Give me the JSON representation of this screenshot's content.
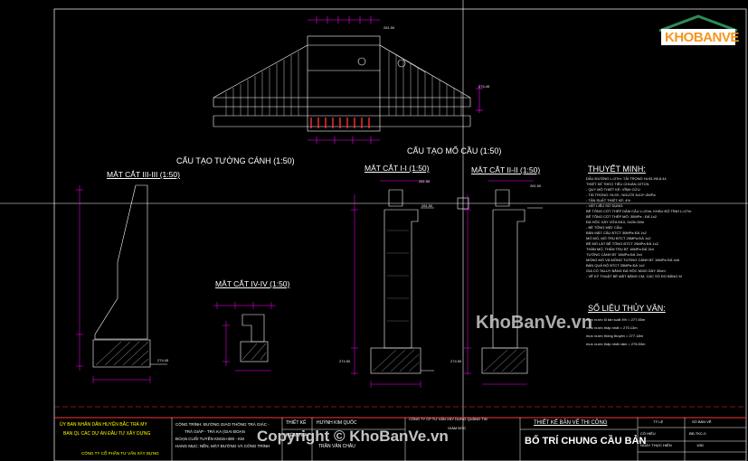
{
  "colors": {
    "background": "#000000",
    "line": "#ffffff",
    "dimension": "#ff00ff",
    "accent": "#ff3333",
    "title_yellow": "#ffff00",
    "title_green": "#00ff66",
    "brand_orange": "#f7941d",
    "brand_green": "#2e8b57"
  },
  "titles": {
    "cau_tao_tuong_canh": "CẤU TẠO TƯỜNG CÁNH (1:50)",
    "cau_tao_mo_cau": "CẤU TẠO MỐ CẦU (1:50)",
    "mat_cat_3": "MẶT CẮT III-III (1:50)",
    "mat_cat_4": "MẶT CẮT IV-IV (1:50)",
    "mat_cat_1": "MẶT CẮT I-I (1:50)",
    "mat_cat_2": "MẶT CẮT II-II (1:50)",
    "thuyet_minh": "THUYẾT MINH:",
    "so_lieu_thuy_van": "SỐ LIỆU THỦY VĂN:"
  },
  "elevations": {
    "e1": "274.45",
    "e2": "281.50",
    "e3": "281.50",
    "e4": "274.50",
    "e5": "274.50",
    "e6": "281.50",
    "e7": "274.45",
    "e8": "281.50"
  },
  "thuyet_minh_lines": [
    "DẦU ĐƯỜNG L=27m: TẢI TRỌNG HL93-H8,8.44",
    "THIẾT KẾ THEO TIÊU CHUẨN 22TCN",
    "- QUY MÔ THIẾT KẾ: VĨNH CỬU",
    "- TẢI TRỌNG: HL93 ; NGƯỜI 3x10^-3MPa",
    "- TẦN SUẤT THIẾT KẾ: 4%",
    "- VẬT LIỆU SỬ DỤNG:",
    "BÊ TÔNG CỐT THÉP DẦM CẦU L=20m, KHẨU ĐỘ TÍNH L=27m",
    "BÊ TÔNG CỐT THÉP MỐ: 30MPa ; ĐÁ 1x2",
    "ĐÁ HỘC XÂY VỮA M10, 0x25=30m",
    "- BÊ TÔNG MẶT CẦU:",
    "BẢN MẶT CẦU BTCT 30MPa ĐÁ 1x2",
    "MỐ MỐ, MỐ TRỤ BTCT 25MPa ĐÁ 1x2",
    "BỆ MỐ LÁT BÊ TÔNG BTCT 25MPa ĐÁ 1x2",
    "THÂN MỐ, THÂN TRỤ BT 16MPa ĐÁ 2x4",
    "TƯỜNG CÁNH BT 16MPa ĐÁ 2x4",
    "MÓNG MỐ VÀ MÓNG TƯỜNG CÁNH BT 16MPa ĐÁ 4x6",
    "BẢN QUÁ ĐỘ BTCT 25MPa ĐÁ 1x2",
    "GIA CỐ TALUY BẰNG ĐÁ HỘC M100 DÀY 30cm",
    "- VẼ KÝ THUẬT BỀ MẶT BẰNG CM, CÁC SỐ ĐO BẰNG M"
  ],
  "thuy_van_lines": [
    "mực nước lũ tần suất 4% = 277.65m",
    "mực nước thấp nhất = 275.13m",
    "mực nước thông thuyền = 277.18m",
    "mực nước thấp nhất năm = 276.53m"
  ],
  "title_block": {
    "owner_1": "ỦY BAN NHÂN DÂN HUYỆN BẮC TRÀ MY",
    "owner_2": "BAN QL CÁC DỰ ÁN ĐẦU TƯ XÂY DỰNG",
    "owner_3": "CÔNG TY CỔ PHẦN TƯ VẤN XÂY DỰNG",
    "project_1": "CÔNG TRÌNH: ĐƯỜNG GIAO THÔNG TRÀ GIÁC -",
    "project_2": "TRÀ GIÁP - TRÀ KA (GIAI ĐOẠN",
    "project_3": "ĐOẠN CUỐI TUYẾN KM15+300 - KM",
    "project_4": "HẠNG MỤC: NỀN, MẶT ĐƯỜNG VÀ CÔNG TRÌNH",
    "role_1": "THIẾT KẾ",
    "role_2": "KIỂM TRA",
    "name_1": "HUỲNH KIM QUỐC",
    "name_2": "TRẦN VĂN CHÂU",
    "company": "CÔNG TY CP TƯ VẤN XÂY DỰNG QUẢNG TIN",
    "director": "GIÁM ĐỐC",
    "phase": "THIẾT KẾ BẢN VẼ THI CÔNG",
    "drawing_title": "BỐ TRÍ CHUNG CẦU BẢN",
    "scale_label": "TỶ LỆ",
    "sheet_label": "SỐ BẢN VẼ",
    "scale_value": "1/50",
    "sheet_value": "BĐ-TKC-0",
    "code_label": "CÔ HIỆU",
    "date_label": "NGÀY THỰC HIỆN"
  },
  "watermarks": {
    "logo_text": "KHOBANVE",
    "site": "KhoBanVe.vn",
    "copyright": "Copyright © KhoBanVe.vn"
  }
}
